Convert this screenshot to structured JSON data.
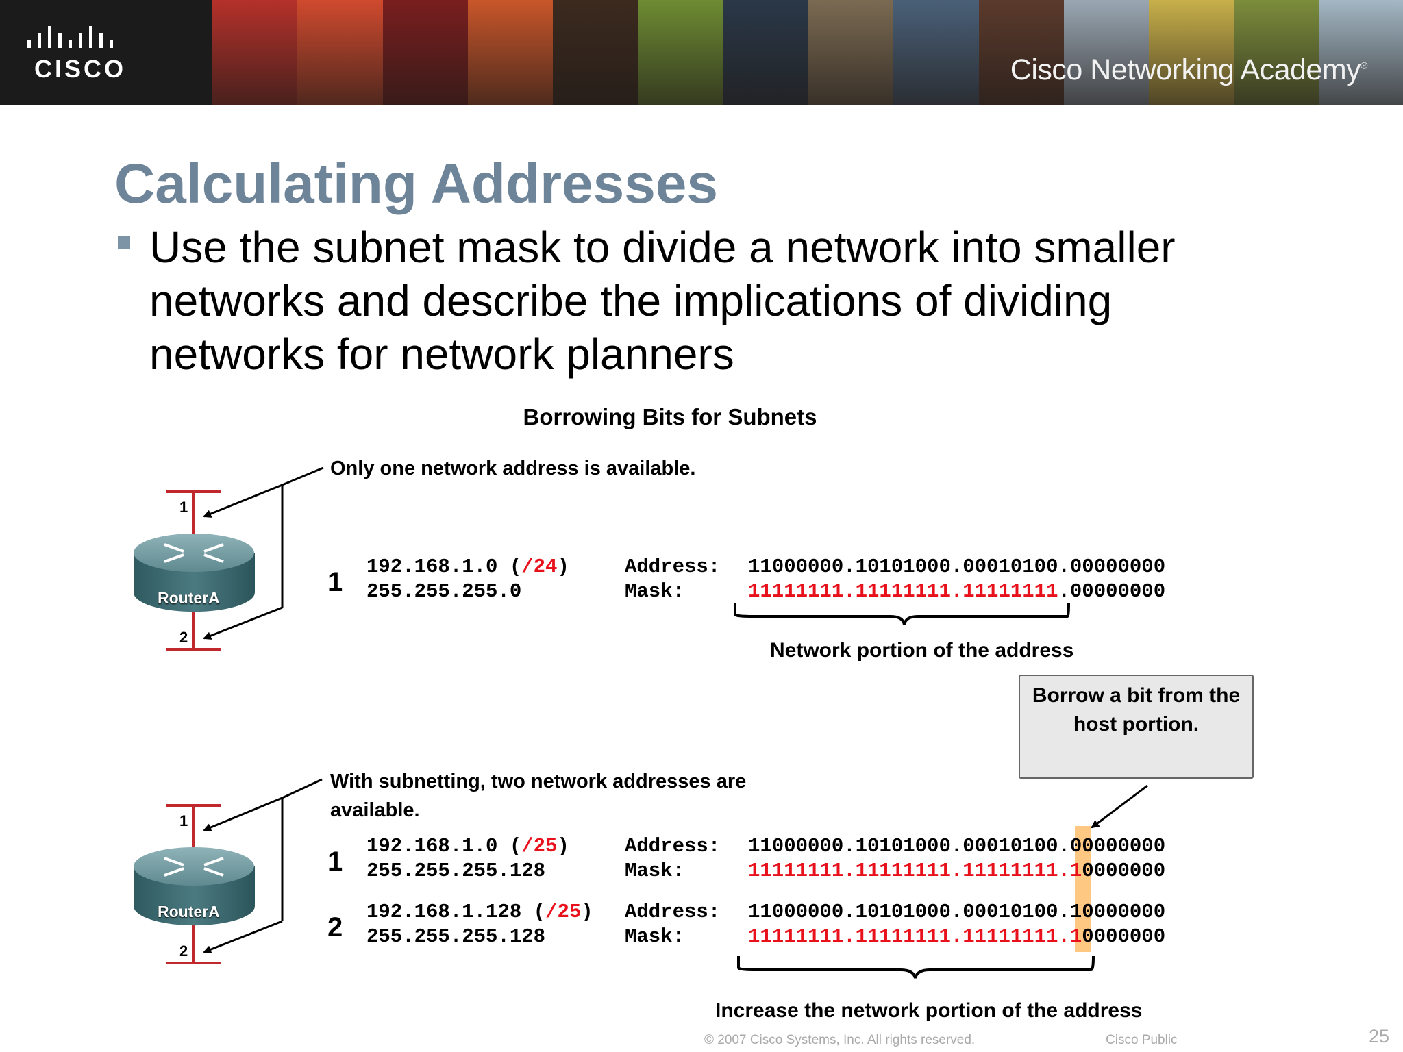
{
  "banner": {
    "logo_text": "CISCO",
    "academy_text": "Cisco Networking Academy",
    "academy_mark": "®",
    "strip_colors": [
      "#b5312a",
      "#d04a2e",
      "#7a1e1e",
      "#c9562a",
      "#3c2a1e",
      "#6e8c33",
      "#2a3848",
      "#7b6a52",
      "#4a6078",
      "#5b3a2c",
      "#9aa7b3",
      "#c8b04a",
      "#7c8d3c",
      "#a3b7c4"
    ]
  },
  "slide": {
    "title": "Calculating Addresses",
    "bullet": "Use the subnet mask to divide a network into smaller networks and describe the implications of dividing networks for network planners"
  },
  "figure": {
    "title": "Borrowing Bits for Subnets",
    "top": {
      "note": "Only one network address is available.",
      "router": "RouterA",
      "port1": "1",
      "port2": "2",
      "index": "1",
      "ip": "192.168.1.0",
      "prefix_open": "(",
      "prefix": "/24",
      "prefix_close": ")",
      "mask": "255.255.255.0",
      "addr_label": "Address:",
      "mask_label": "Mask:",
      "addr_bits": "11000000.10101000.00010100.00000000",
      "mask_red": "11111111.11111111.11111111",
      "mask_rest": ".00000000",
      "brace_label": "Network portion of the address"
    },
    "callout": "Borrow a bit from the host portion.",
    "bottom": {
      "note_line1": "With subnetting, two network addresses are",
      "note_line2": "available.",
      "router": "RouterA",
      "port1": "1",
      "port2": "2",
      "rows": [
        {
          "index": "1",
          "ip": "192.168.1.0",
          "prefix_open": "(",
          "prefix": "/25",
          "prefix_close": ")",
          "mask": "255.255.255.128",
          "addr_label": "Address:",
          "mask_label": "Mask:",
          "addr_bits": "11000000.10101000.00010100.00000000",
          "mask_red": "11111111.11111111.11111111.1",
          "mask_rest": "0000000"
        },
        {
          "index": "2",
          "ip": "192.168.1.128",
          "prefix_open": "(",
          "prefix": "/25",
          "prefix_close": ")",
          "mask": "255.255.255.128",
          "addr_label": "Address:",
          "mask_label": "Mask:",
          "addr_bits": "11000000.10101000.00010100.10000000",
          "mask_red": "11111111.11111111.11111111.1",
          "mask_rest": "0000000"
        }
      ],
      "brace_label": "Increase the network portion of the address"
    }
  },
  "footer": {
    "copyright": "© 2007 Cisco Systems, Inc. All rights reserved.",
    "classification": "Cisco Public",
    "page": "25"
  }
}
